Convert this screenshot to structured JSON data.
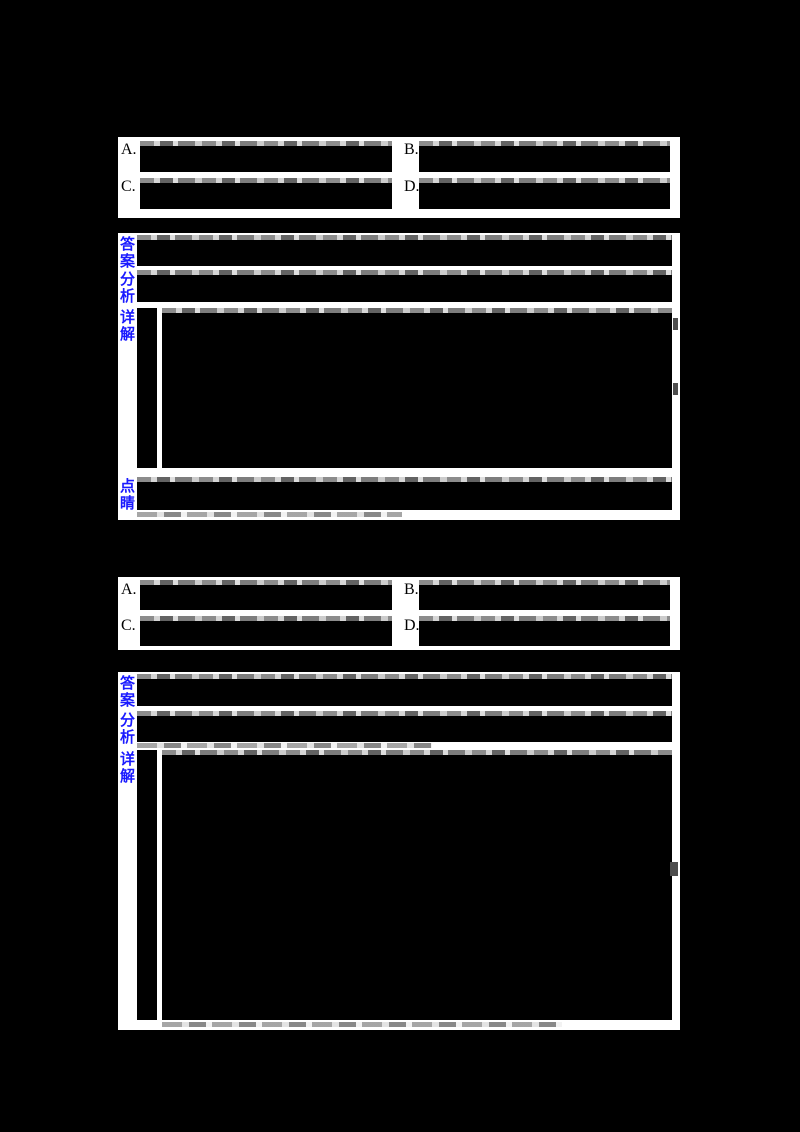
{
  "page": {
    "background_color": "#000000",
    "card_color": "#ffffff",
    "accent_blue": "#1a1aff",
    "redaction_color": "#000000"
  },
  "question1": {
    "options": [
      {
        "letter": "A."
      },
      {
        "letter": "B."
      },
      {
        "letter": "C."
      },
      {
        "letter": "D."
      }
    ]
  },
  "explanation1": {
    "labels": {
      "answer": "答案",
      "analysis": "分析",
      "detail": "详解",
      "tip": "点睛"
    }
  },
  "question2": {
    "options": [
      {
        "letter": "A."
      },
      {
        "letter": "B."
      },
      {
        "letter": "C."
      },
      {
        "letter": "D."
      }
    ]
  },
  "explanation2": {
    "labels": {
      "answer": "答案",
      "analysis": "分析",
      "detail": "详解"
    }
  }
}
